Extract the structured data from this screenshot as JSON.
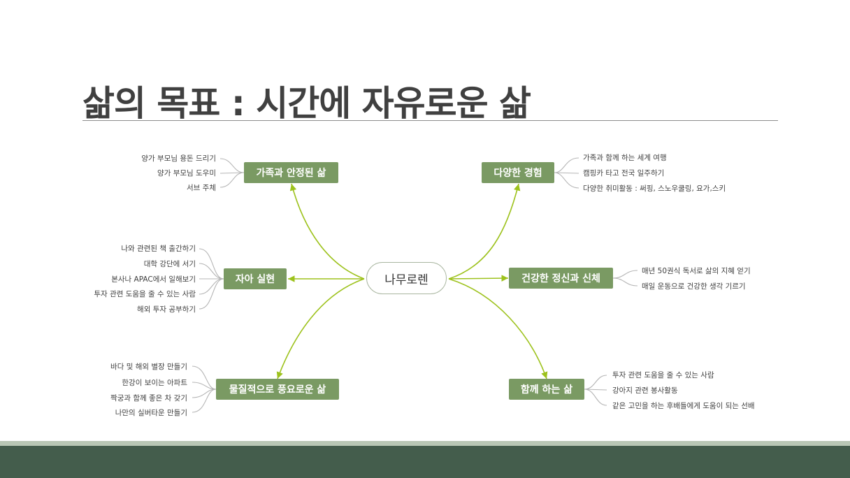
{
  "slide": {
    "title": "삶의 목표 : 시간에 자유로운 삶"
  },
  "center": {
    "label": "나무로렌"
  },
  "branches": {
    "family": {
      "label": "가족과 안정된 삶",
      "items": [
        "양가 부모님 용돈 드리기",
        "양가 부모님 도우미",
        "서브 주체"
      ]
    },
    "self": {
      "label": "자아 실현",
      "items": [
        "나와 관련된 책 출간하기",
        "대학 강단에 서기",
        "본사나 APAC에서 일해보기",
        "투자 관련 도움을 줄 수 있는 사람",
        "해외 투자 공부하기"
      ]
    },
    "material": {
      "label": "물질적으로 풍요로운 삶",
      "items": [
        "바다 및 해외 별장 만들기",
        "한강이 보이는 아파트",
        "짝궁과 함께 좋은 차 갖기",
        "나만의 실버타운 만들기"
      ]
    },
    "experience": {
      "label": "다양한 경험",
      "items": [
        "가족과 함께 하는 세계 여행",
        "캠핑카 타고 전국 일주하기",
        "다양한 취미활동 : 써핑, 스노우쿨링, 요가,스키"
      ]
    },
    "health": {
      "label": "건강한 정신과 신체",
      "items": [
        "매년 50권식 독서로 삶의 지혜 얻기",
        "매일 운동으로 건강한 생각 기르기"
      ]
    },
    "together": {
      "label": "함께 하는 삶",
      "items": [
        "투자 관련 도움을 줄 수 있는 사람",
        "강아지 관련 봉사활동",
        "같은 고민을 하는 후배들에게 도움이 되는 선배"
      ]
    }
  },
  "colors": {
    "branch_fill": "#7a9a63",
    "connector_green": "#9dc21c",
    "bracket_gray": "#b5b5b5",
    "footer_dark": "#445d4c",
    "footer_light": "#b9c7b5"
  }
}
